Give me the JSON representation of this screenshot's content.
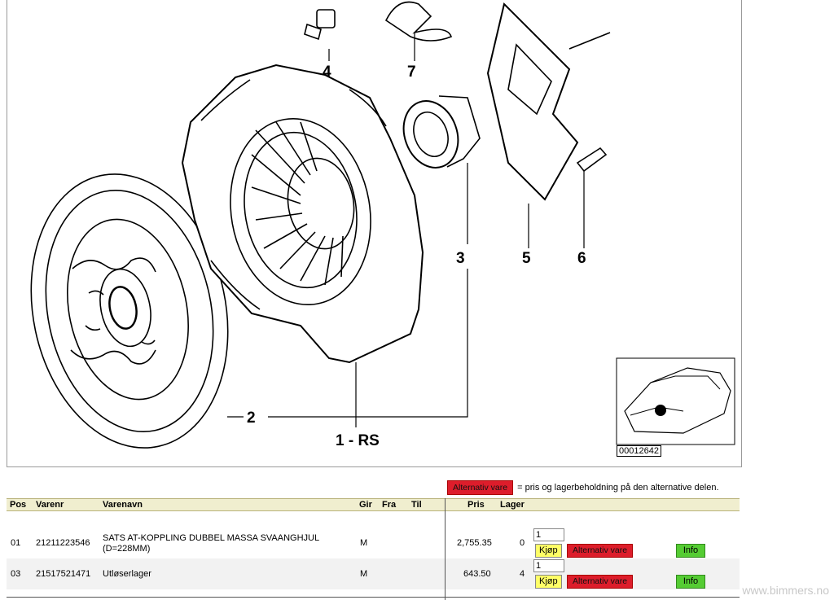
{
  "diagram": {
    "callouts": [
      "4",
      "7",
      "3",
      "5",
      "6",
      "2",
      "1 - RS"
    ],
    "image_code": "00012642"
  },
  "legend": {
    "button_label": "Alternativ vare",
    "text": "= pris og lagerbeholdning på den alternative delen."
  },
  "table": {
    "headers": {
      "pos": "Pos",
      "varenr": "Varenr",
      "varenavn": "Varenavn",
      "gir": "Gir",
      "fra": "Fra",
      "til": "Til",
      "pris": "Pris",
      "lager": "Lager"
    },
    "rows": [
      {
        "pos": "01",
        "varenr": "21211223546",
        "varenavn_line1": "SATS AT-KOPPLING DUBBEL MASSA SVAANGHJUL",
        "varenavn_line2": "(D=228MM)",
        "gir": "M",
        "pris": "2,755.35",
        "lager": "0",
        "qty": "1",
        "kjop": "Kjøp",
        "alt": "Alternativ vare",
        "info": "Info"
      },
      {
        "pos": "03",
        "varenr": "21517521471",
        "varenavn_line1": "Utløserlager",
        "varenavn_line2": "",
        "gir": "M",
        "pris": "643.50",
        "lager": "4",
        "qty": "1",
        "kjop": "Kjøp",
        "alt": "Alternativ vare",
        "info": "Info"
      }
    ]
  },
  "watermark": "www.bimmers.no"
}
